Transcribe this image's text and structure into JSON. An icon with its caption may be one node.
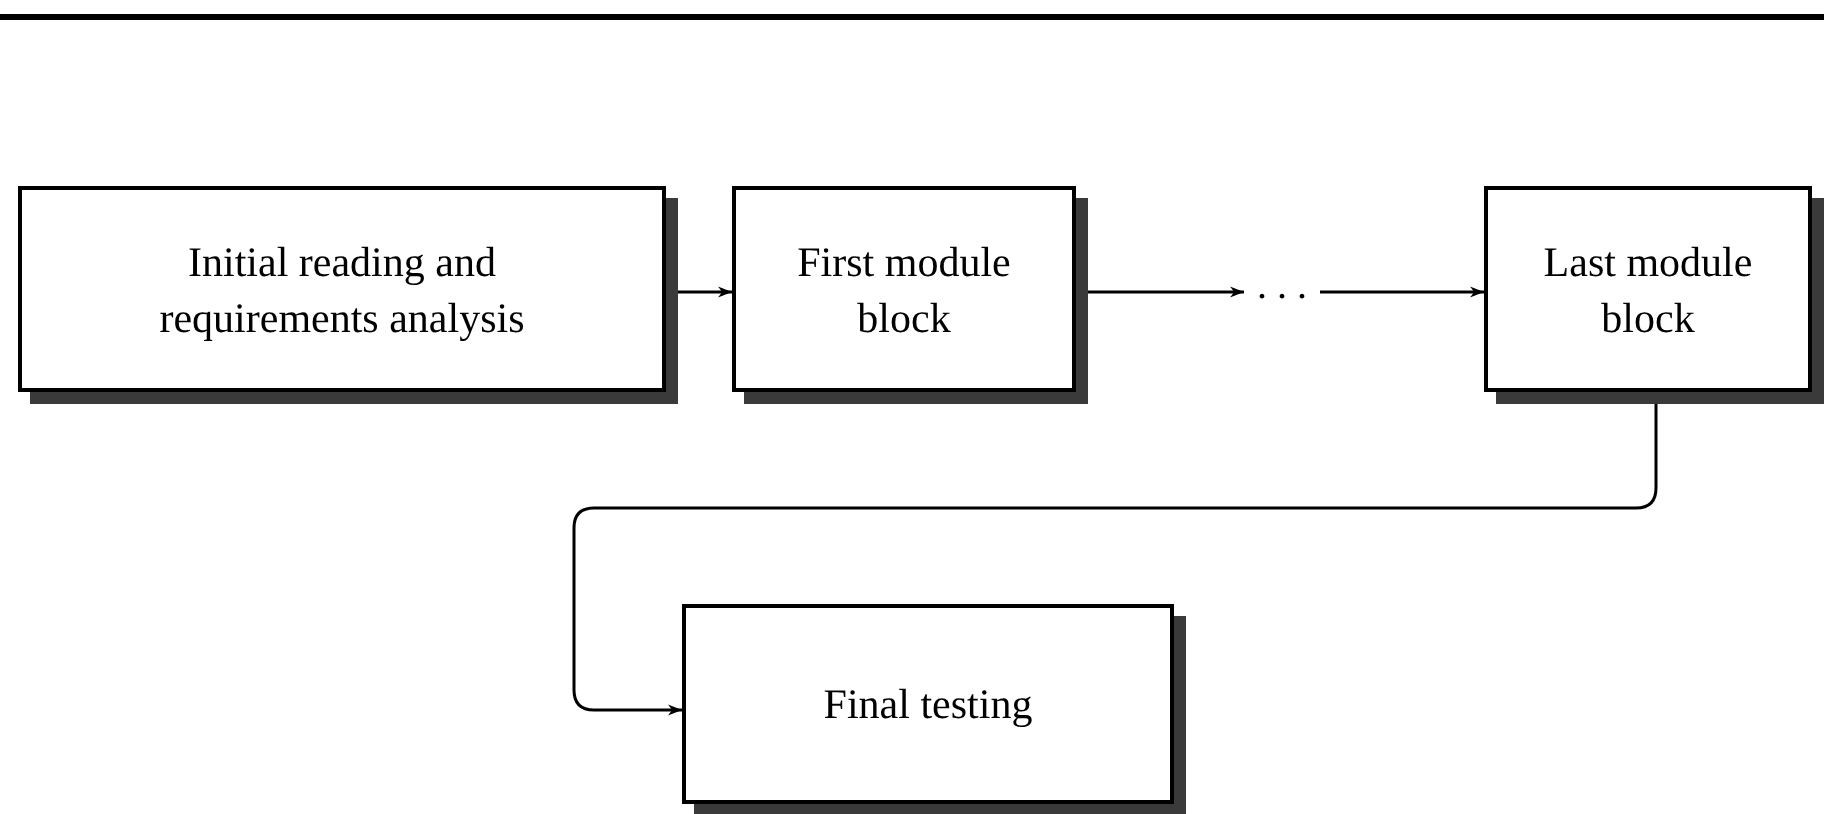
{
  "diagram": {
    "nodes": [
      {
        "text": [
          "Initial reading and requirements analysis"
        ]
      },
      {
        "text": [
          "First module block"
        ]
      },
      {
        "text": [
          ". . ."
        ]
      },
      {
        "text": [
          "Last module block"
        ]
      },
      {
        "text": [
          "Final testing"
        ]
      }
    ],
    "edges": [
      {
        "from": 0,
        "to": 1,
        "arrow": "to"
      },
      {
        "from": 1,
        "to": 2,
        "arrow": "to"
      },
      {
        "from": 2,
        "to": 3,
        "arrow": "to"
      },
      {
        "from": 3,
        "to": 4,
        "arrow": "to"
      }
    ]
  }
}
